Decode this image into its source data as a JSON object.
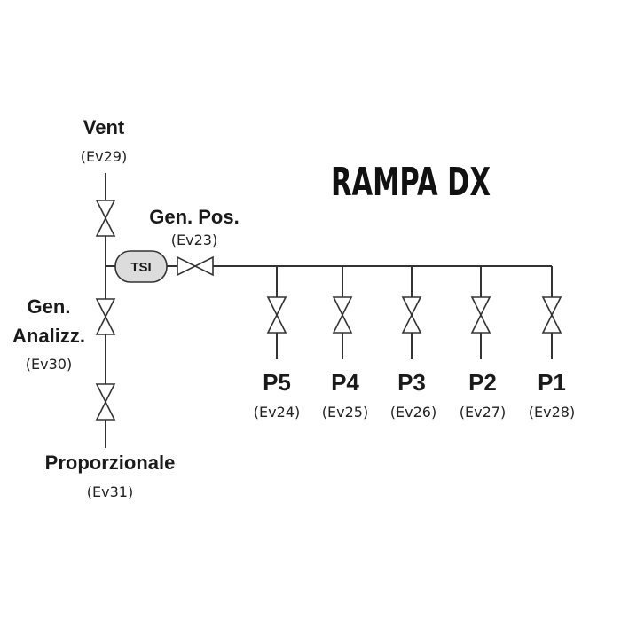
{
  "title": "RAMPA DX",
  "colors": {
    "line": "#333333",
    "tsi_fill": "#dcdcdc",
    "text": "#1a1a1a"
  },
  "tsi": {
    "label": "TSI"
  },
  "vent": {
    "name": "Vent",
    "code": "(Ev29)"
  },
  "gen_pos": {
    "name": "Gen. Pos.",
    "code": "(Ev23)"
  },
  "gen_analizz": {
    "name_line1": "Gen.",
    "name_line2": "Analizz.",
    "code": "(Ev30)"
  },
  "proporzionale": {
    "name": "Proporzionale",
    "code": "(Ev31)"
  },
  "ports": [
    {
      "name": "P5",
      "code": "(Ev24)"
    },
    {
      "name": "P4",
      "code": "(Ev25)"
    },
    {
      "name": "P3",
      "code": "(Ev26)"
    },
    {
      "name": "P2",
      "code": "(Ev27)"
    },
    {
      "name": "P1",
      "code": "(Ev28)"
    }
  ]
}
